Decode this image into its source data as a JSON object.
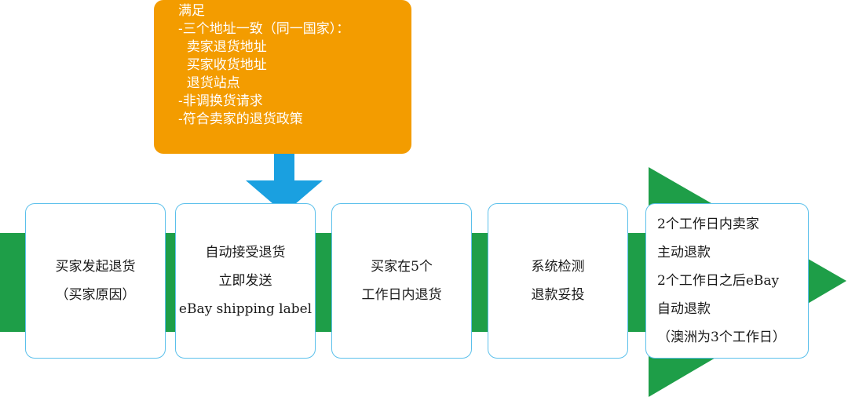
{
  "callout": {
    "lines": [
      "满足",
      "-三个地址一致（同一国家）：",
      "  卖家退货地址",
      "  买家收货地址",
      "  退货站点",
      "-非调换货请求",
      "-符合卖家的退货政策"
    ]
  },
  "steps": [
    {
      "lines": [
        "买家发起退货",
        "（买家原因）"
      ]
    },
    {
      "lines": [
        "自动接受退货",
        "立即发送",
        "eBay shipping label"
      ]
    },
    {
      "lines": [
        "买家在5个",
        "工作日内退货"
      ]
    },
    {
      "lines": [
        "系统检测",
        "退款妥投"
      ]
    },
    {
      "lines": [
        "2个工作日内卖家",
        "主动退款",
        "2个工作日之后eBay",
        "自动退款",
        "（澳洲为3个工作日）"
      ]
    }
  ],
  "colors": {
    "band": "#1e9e48",
    "callout": "#f39c00",
    "connector": "#1aa0e0",
    "box_border": "#5bc0eb"
  }
}
